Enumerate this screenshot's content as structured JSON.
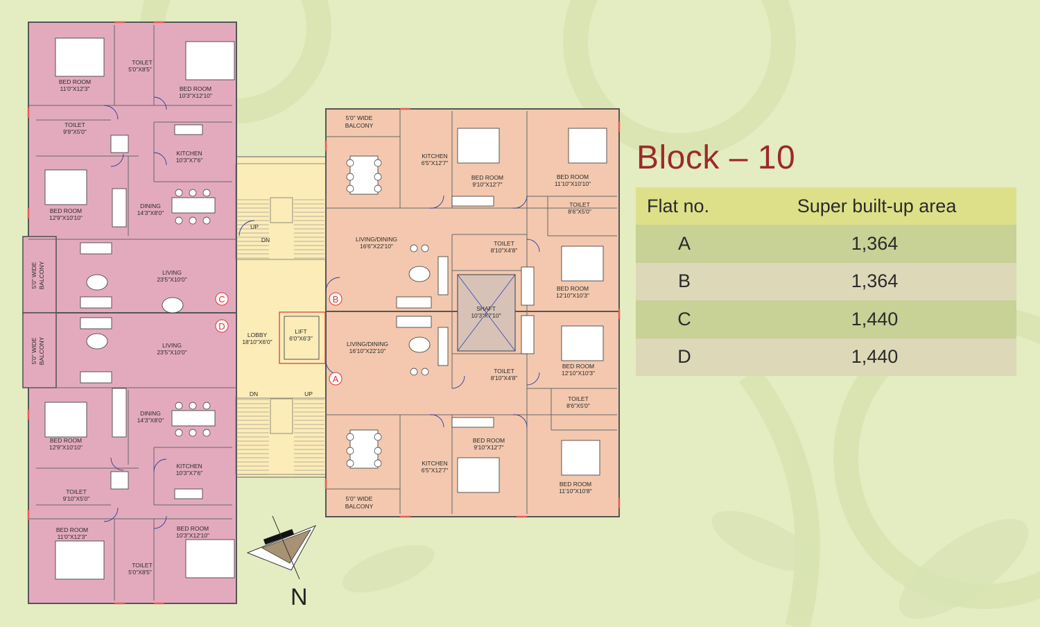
{
  "block_title": "Block – 10",
  "table": {
    "header": {
      "flat": "Flat no.",
      "area": "Super built-up area"
    },
    "rows": [
      {
        "flat": "A",
        "area": "1,364"
      },
      {
        "flat": "B",
        "area": "1,364"
      },
      {
        "flat": "C",
        "area": "1,440"
      },
      {
        "flat": "D",
        "area": "1,440"
      }
    ]
  },
  "compass": {
    "north_label": "N"
  },
  "flat_markers": {
    "a": "A",
    "b": "B",
    "c": "C",
    "d": "D"
  },
  "rooms_left_top": {
    "bed1": [
      "BED ROOM",
      "11'0\"X12'3\""
    ],
    "toilet1": [
      "TOILET",
      "5'0\"X8'5\""
    ],
    "bed2": [
      "BED ROOM",
      "10'3\"X12'10\""
    ],
    "toilet2": [
      "TOILET",
      "9'9\"X5'0\""
    ],
    "kitchen": [
      "KITCHEN",
      "10'3\"X7'6\""
    ],
    "bed3": [
      "BED ROOM",
      "12'9\"X10'10\""
    ],
    "dining": [
      "DINING",
      "14'3\"X8'0\""
    ],
    "living": [
      "LIVING",
      "23'5\"X10'0\""
    ],
    "balcony": [
      "5'0\" WIDE",
      "BALCONY"
    ]
  },
  "rooms_left_bottom": {
    "living": [
      "LIVING",
      "23'5\"X10'0\""
    ],
    "balcony": [
      "5'0\" WIDE",
      "BALCONY"
    ],
    "dining": [
      "DINING",
      "14'3\"X8'0\""
    ],
    "bed3": [
      "BED ROOM",
      "12'9\"X10'10\""
    ],
    "kitchen": [
      "KITCHEN",
      "10'3\"X7'6\""
    ],
    "toilet2": [
      "TOILET",
      "9'10\"X5'0\""
    ],
    "bed1": [
      "BED ROOM",
      "11'0\"X12'3\""
    ],
    "bed2": [
      "BED ROOM",
      "10'3\"X12'10\""
    ],
    "toilet1": [
      "TOILET",
      "5'0\"X8'5\""
    ]
  },
  "core": {
    "lobby": [
      "LOBBY",
      "18'10\"X6'0\""
    ],
    "lift": [
      "LIFT",
      "6'0\"X6'3\""
    ],
    "up": "UP",
    "dn": "DN"
  },
  "rooms_right_top": {
    "balcony": [
      "5'0\" WIDE",
      "BALCONY"
    ],
    "kitchen": [
      "KITCHEN",
      "6'5\"X12'7\""
    ],
    "bed1": [
      "BED ROOM",
      "9'10\"X12'7\""
    ],
    "bed2": [
      "BED ROOM",
      "11'10\"X10'10\""
    ],
    "toilet1": [
      "TOILET",
      "8'6\"X5'0\""
    ],
    "living": [
      "LIVING/DINING",
      "16'6\"X22'10\""
    ],
    "toilet2": [
      "TOILET",
      "8'10\"X4'8\""
    ],
    "bed3": [
      "BED ROOM",
      "12'10\"X10'3\""
    ],
    "shaft": [
      "SHAFT",
      "10'3\"X7'10\""
    ]
  },
  "rooms_right_bottom": {
    "living": [
      "LIVING/DINING",
      "16'10\"X22'10\""
    ],
    "toilet2": [
      "TOILET",
      "8'10\"X4'8\""
    ],
    "bed3": [
      "BED ROOM",
      "12'10\"X10'3\""
    ],
    "toilet1": [
      "TOILET",
      "8'6\"X5'0\""
    ],
    "bed1": [
      "BED ROOM",
      "9'10\"X12'7\""
    ],
    "kitchen": [
      "KITCHEN",
      "6'5\"X12'7\""
    ],
    "bed2": [
      "BED ROOM",
      "11'10\"X10'8\""
    ],
    "balcony": [
      "5'0\" WIDE",
      "BALCONY"
    ]
  },
  "colors": {
    "background": "#e4ecc2",
    "left_flats": "#e3aabd",
    "right_flats": "#f3c8ae",
    "core": "#fbecb8",
    "title": "#9c2a2a"
  }
}
